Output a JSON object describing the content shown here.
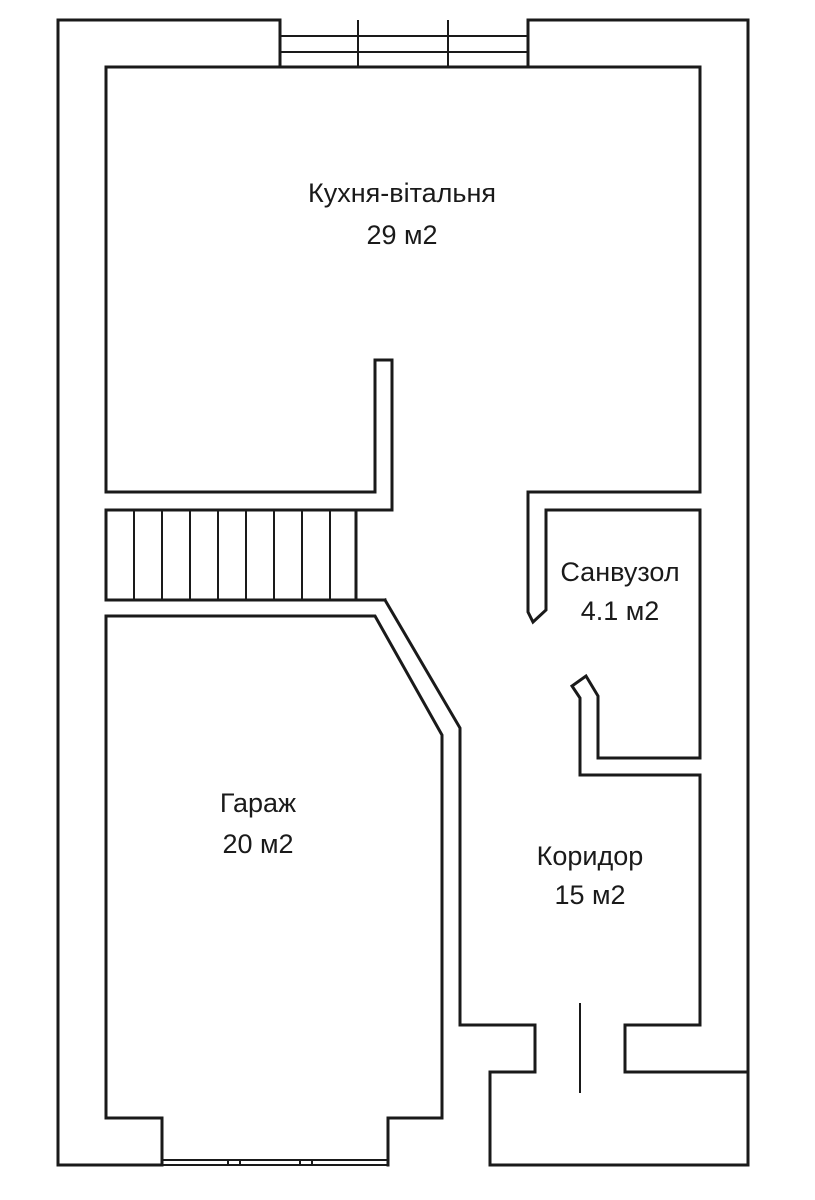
{
  "rooms": {
    "kitchen": {
      "name": "Кухня-вітальня",
      "area": "29 м2"
    },
    "bathroom": {
      "name": "Санвузол",
      "area": "4.1 м2"
    },
    "garage": {
      "name": "Гараж",
      "area": "20 м2"
    },
    "corridor": {
      "name": "Коридор",
      "area": "15 м2"
    }
  }
}
